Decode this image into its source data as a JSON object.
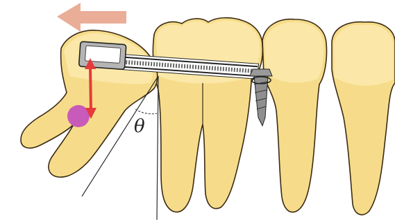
{
  "diagram": {
    "angle_label": "θ",
    "colors": {
      "tooth_fill": "#f6dc8a",
      "crown_fill": "#fbe8a8",
      "tooth_outline": "#3a2a14",
      "movement_arrow": "#e8a48c",
      "force_arrow": "#e53b3b",
      "center_of_resistance": "#c85ab9",
      "spring": "#333333",
      "bracket": "#9a9a9a",
      "mini_implant": "#8f8f8f"
    },
    "icons": [
      "movement-arrow-icon",
      "force-vector-icon",
      "center-of-resistance-dot",
      "coil-spring",
      "mini-implant-screw",
      "bracket"
    ]
  }
}
